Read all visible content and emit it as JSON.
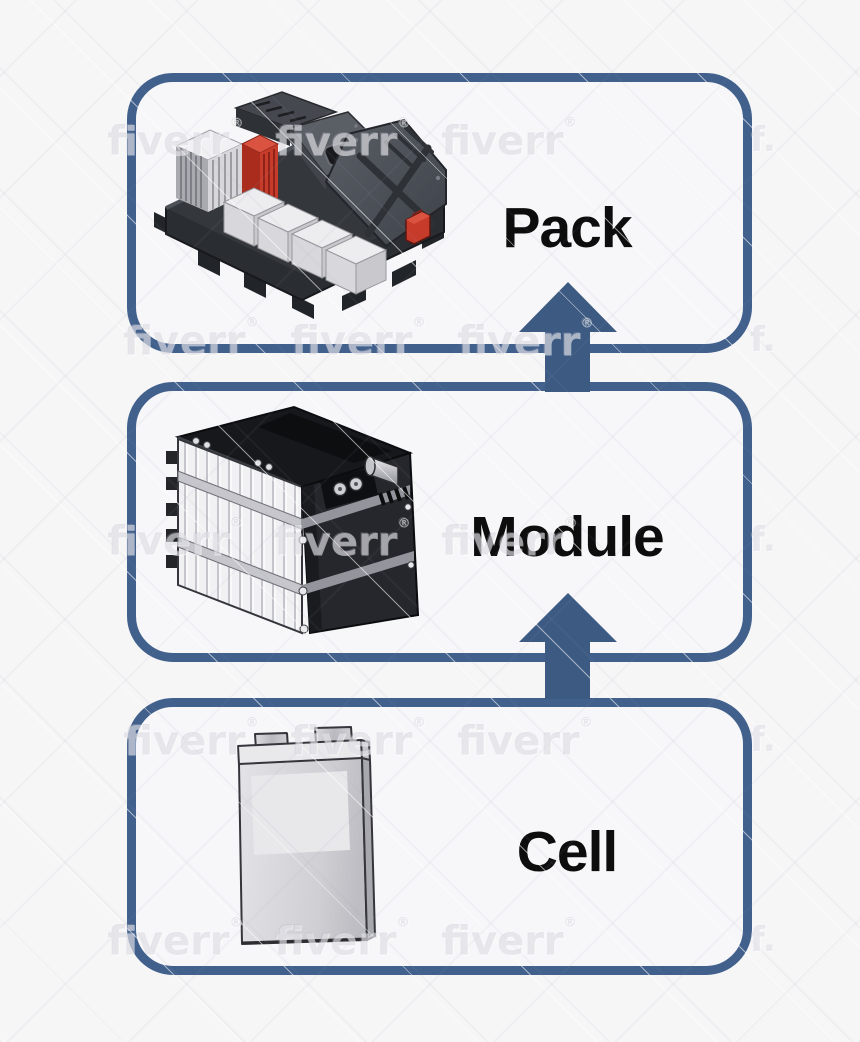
{
  "diagram": {
    "type": "hierarchy-flow",
    "direction": "bottom-to-top",
    "levels": [
      {
        "label": "Pack",
        "illustration": "ev-battery-pack"
      },
      {
        "label": "Module",
        "illustration": "battery-module"
      },
      {
        "label": "Cell",
        "illustration": "pouch-cell"
      }
    ],
    "arrows": [
      {
        "from": "Module",
        "to": "Pack"
      },
      {
        "from": "Cell",
        "to": "Module"
      }
    ],
    "colors": {
      "background": "#f6f6f7",
      "box_border": "#41608c",
      "box_fill": "#f7f7f9",
      "arrow": "#3d5b82",
      "label_text": "#0d0d0d",
      "pack_accent_red": "#c73b2b"
    }
  },
  "watermark": {
    "text": "fiverr",
    "reg_mark": "®",
    "corner_glyph": "f."
  }
}
